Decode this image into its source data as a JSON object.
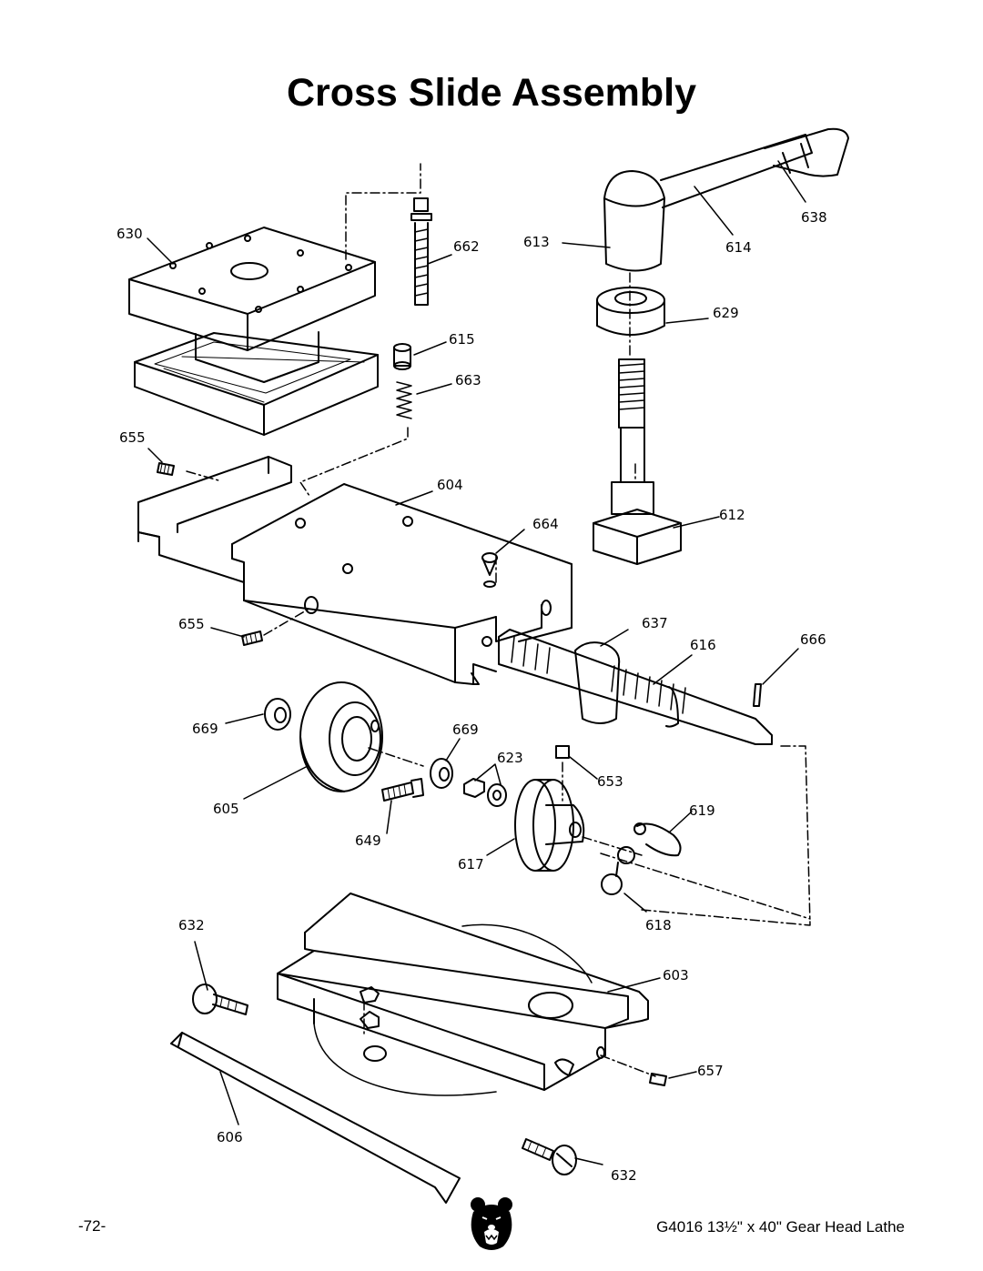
{
  "page": {
    "title": "Cross Slide Assembly",
    "page_number": "-72-",
    "model": "G4016  13½\" x 40\" Gear Head Lathe"
  },
  "parts": {
    "p630": "630",
    "p662": "662",
    "p613": "613",
    "p614": "614",
    "p638": "638",
    "p629": "629",
    "p615": "615",
    "p663": "663",
    "p655a": "655",
    "p604": "604",
    "p664": "664",
    "p612": "612",
    "p655b": "655",
    "p637": "637",
    "p616": "616",
    "p666": "666",
    "p669a": "669",
    "p669b": "669",
    "p623": "623",
    "p653": "653",
    "p605": "605",
    "p649": "649",
    "p619": "619",
    "p617": "617",
    "p632a": "632",
    "p618": "618",
    "p603": "603",
    "p657": "657",
    "p606": "606",
    "p632b": "632"
  },
  "icons": {
    "logo": "bear-logo-icon"
  }
}
